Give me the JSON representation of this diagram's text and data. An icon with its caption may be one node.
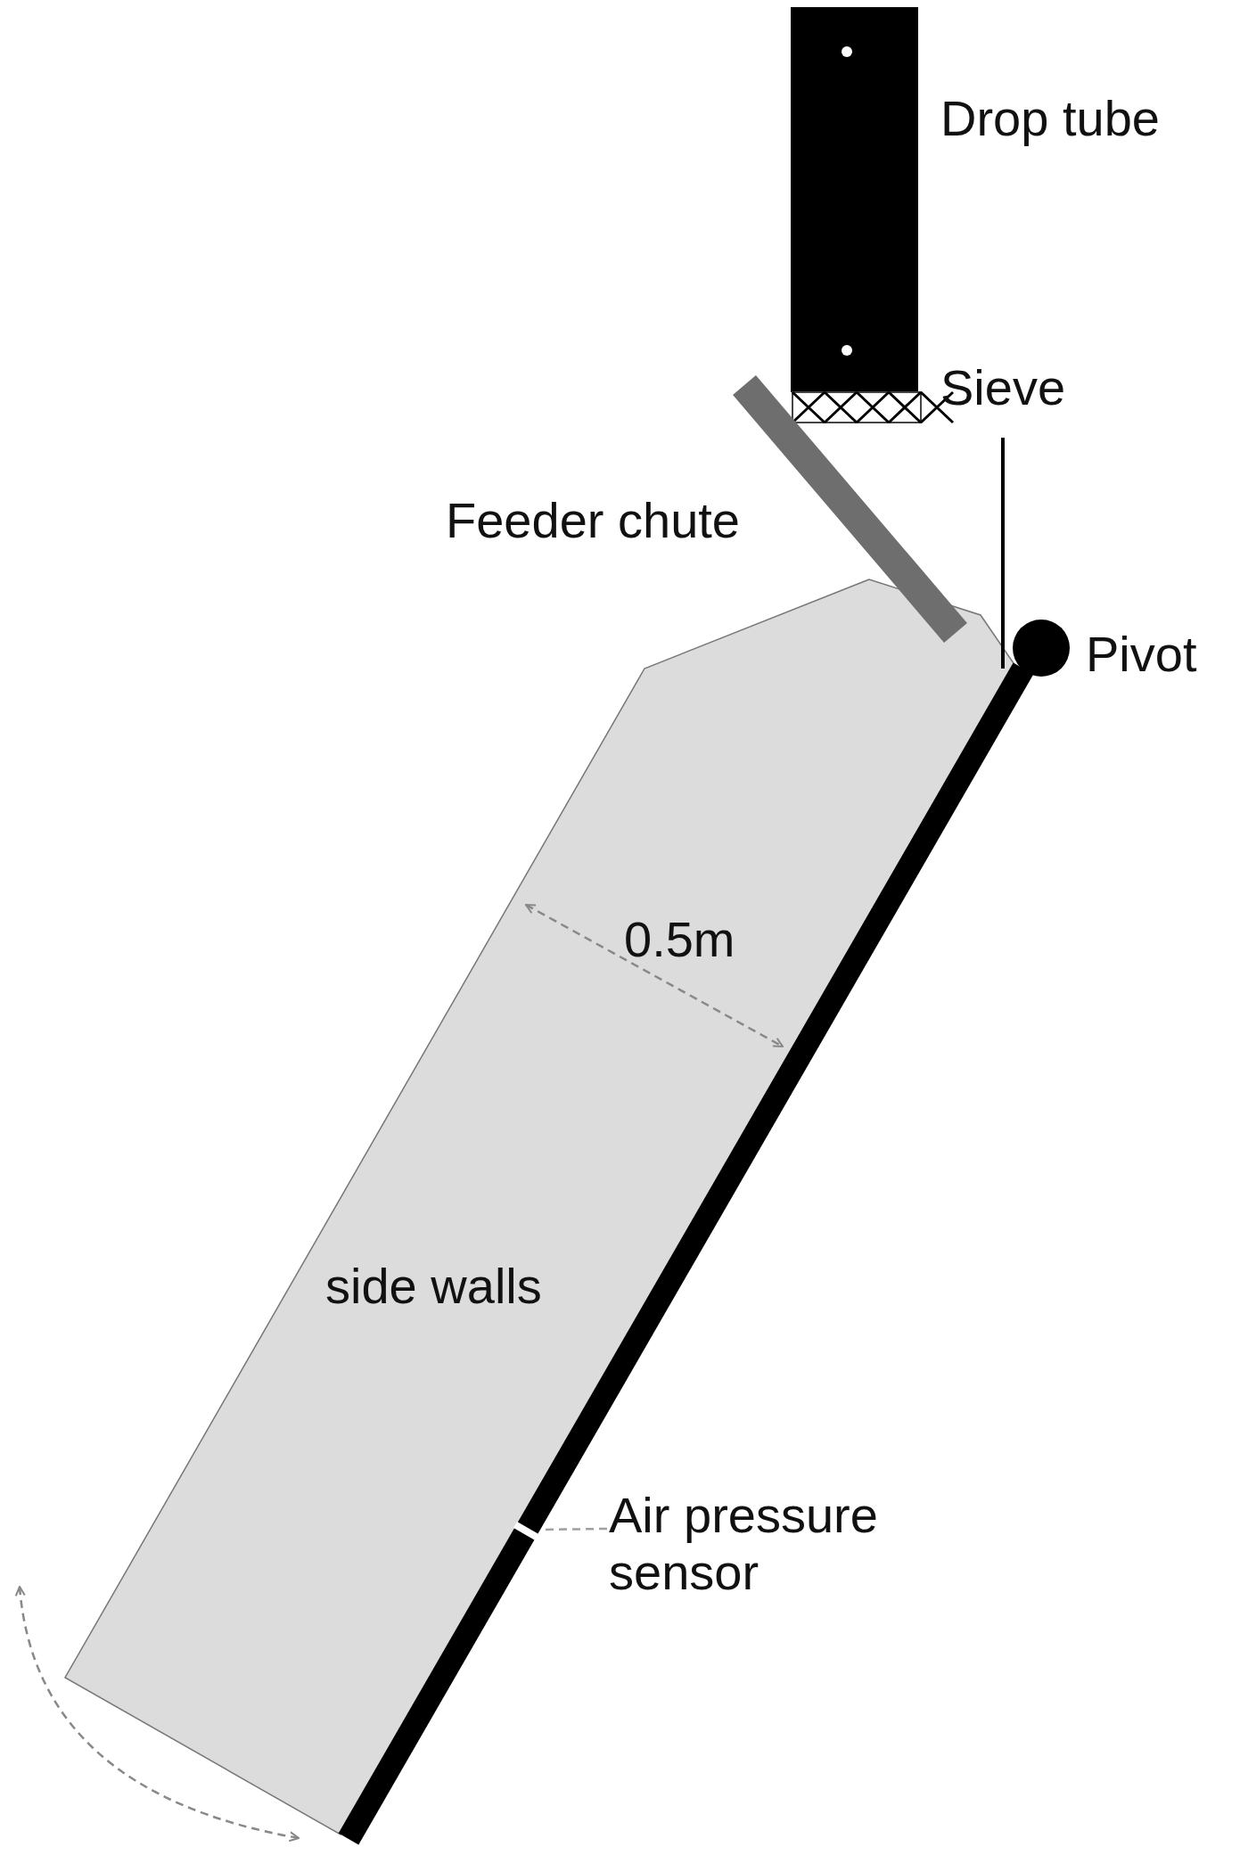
{
  "diagram": {
    "nodes": [
      {
        "text": [
          "Air pressure sensor"
        ]
      },
      {
        "text": [],
        "shape": "bar"
      }
    ],
    "edges": [
      {
        "from": 0,
        "to": 1,
        "arrow": "none",
        "style": "dashed",
        "color": "#a0a0a0"
      }
    ],
    "labels": [
      "Drop tube",
      "Sieve",
      "Feeder chute",
      "Pivot",
      "0.5m",
      "side walls"
    ]
  }
}
